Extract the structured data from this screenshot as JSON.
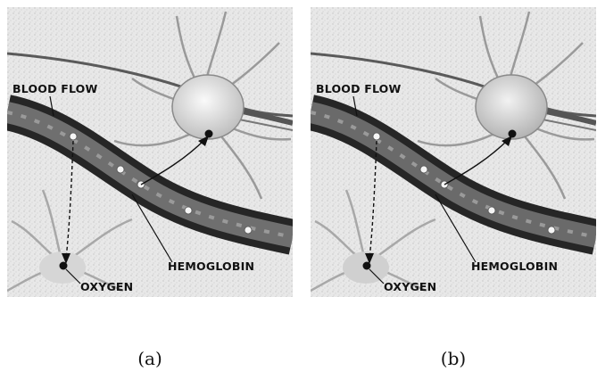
{
  "panels": [
    {
      "caption": "(a)",
      "labels": {
        "blood_flow": "BLOOD FLOW",
        "hemoglobin": "HEMOGLOBIN",
        "oxygen": "OXYGEN"
      }
    },
    {
      "caption": "(b)",
      "labels": {
        "blood_flow": "BLOOD FLOW",
        "hemoglobin": "HEMOGLOBIN",
        "oxygen": "OXYGEN"
      }
    }
  ],
  "colors": {
    "background": "#ffffff",
    "tissue": "#e6e6e6",
    "vessel_wall": "#2a2a2a",
    "vessel_lumen": "#6f6f6f",
    "hemoglobin_dot": "#f5f5f5",
    "oxygen_dot": "#111111"
  }
}
